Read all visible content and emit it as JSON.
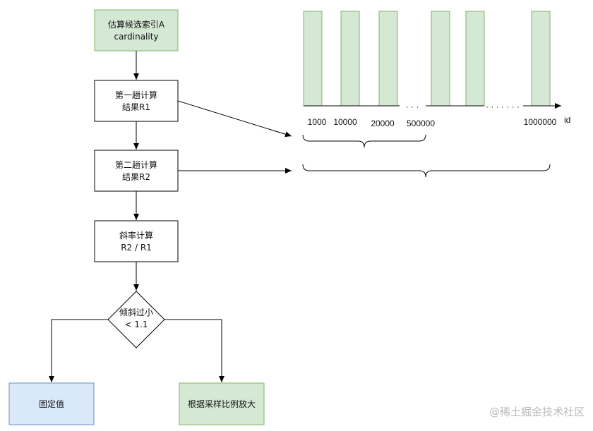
{
  "colors": {
    "green_fill": "#d5e8d4",
    "green_stroke": "#82b366",
    "blue_fill": "#dae8fc",
    "blue_stroke": "#6c8ebf",
    "line": "#000000"
  },
  "flow": {
    "estimate": {
      "line1": "估算候选索引A",
      "line2": "cardinality"
    },
    "first_pass": {
      "line1": "第一趟计算",
      "line2": "结果R1"
    },
    "second_pass": {
      "line1": "第二趟计算",
      "line2": "结果R2"
    },
    "slope": {
      "line1": "斜率计算",
      "line2": "R2 / R1"
    },
    "decision": {
      "line1": "倾斜过小",
      "line2": "< 1.1"
    },
    "fixed_value": {
      "label": "固定值"
    },
    "scale_up": {
      "label": "根据采样比例放大"
    }
  },
  "sampling": {
    "axis_label": "id",
    "ticks": [
      "1000",
      "10000",
      "20000",
      "500000",
      "1000000"
    ],
    "bars": 6,
    "gap_marks": [
      "· · ·",
      "· · · · · · ·"
    ]
  },
  "watermark": "@稀土掘金技术社区"
}
